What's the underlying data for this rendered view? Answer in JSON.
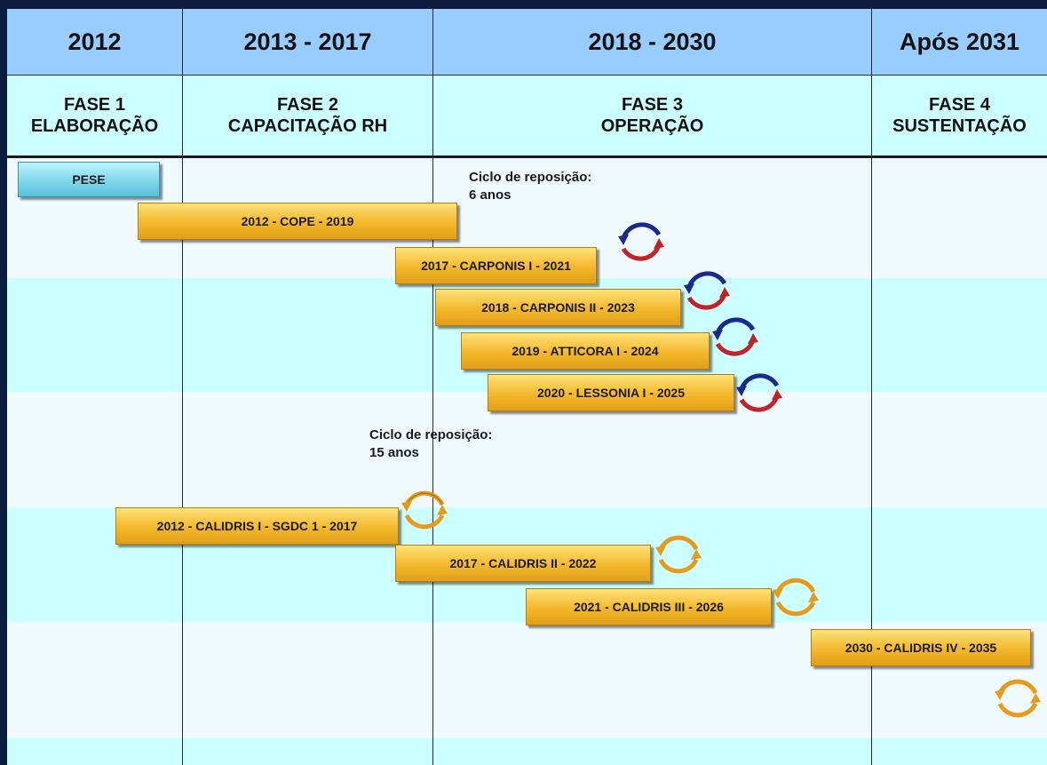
{
  "header": {
    "years": [
      "2012",
      "2013 - 2017",
      "2018 - 2030",
      "Após 2031"
    ],
    "phases": [
      {
        "line1": "FASE 1",
        "line2": "ELABORAÇÃO"
      },
      {
        "line1": "FASE 2",
        "line2": "CAPACITAÇÃO RH"
      },
      {
        "line1": "FASE 3",
        "line2": "OPERAÇÃO"
      },
      {
        "line1": "FASE 4",
        "line2": "SUSTENTAÇÃO"
      }
    ]
  },
  "notes": {
    "cycle6": {
      "line1": "Ciclo de reposição:",
      "line2": "6 anos"
    },
    "cycle15": {
      "line1": "Ciclo de reposição:",
      "line2": "15 anos"
    }
  },
  "bars": {
    "pese": "PESE",
    "cope": "2012 - COPE - 2019",
    "carponis1": "2017 - CARPONIS I - 2021",
    "carponis2": "2018 - CARPONIS II - 2023",
    "atticora1": "2019 - ATTICORA I - 2024",
    "lessonia1": "2020 - LESSONIA I - 2025",
    "calidris1": "2012 - CALIDRIS I - SGDC 1 - 2017",
    "calidris2": "2017 - CALIDRIS II - 2022",
    "calidris3": "2021 - CALIDRIS III - 2026",
    "calidris4": "2030 - CALIDRIS IV - 2035"
  },
  "colors": {
    "frame_bg": "#0a1a3c",
    "year_header": "#99ccff",
    "phase_header": "#ccffff",
    "band_light": "#f0fafd",
    "band_cyan": "#ccffff",
    "bar_gold": "#f3b82c",
    "bar_cyan": "#7fd7ec",
    "cycle_blue": "#1a2a8c",
    "cycle_red": "#c0232a",
    "cycle_orange": "#e79b1c"
  },
  "icons": [
    "replacement-cycle-icon-blue-red",
    "replacement-cycle-icon-orange"
  ]
}
